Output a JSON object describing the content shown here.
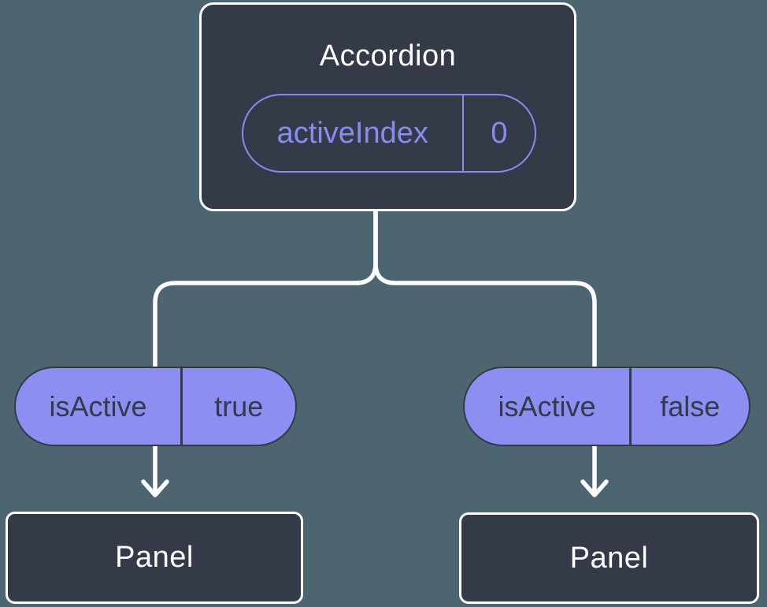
{
  "diagram": {
    "root": {
      "title": "Accordion",
      "prop": {
        "name": "activeIndex",
        "value": "0"
      }
    },
    "children": [
      {
        "prop": {
          "name": "isActive",
          "value": "true"
        },
        "node": {
          "title": "Panel"
        }
      },
      {
        "prop": {
          "name": "isActive",
          "value": "false"
        },
        "node": {
          "title": "Panel"
        }
      }
    ]
  },
  "colors": {
    "background": "#4D6570",
    "node_fill": "#343A48",
    "node_border": "#FFFFFF",
    "accent_purple": "#878CEF",
    "pill_fill": "#8C8FF1",
    "pill_text": "#343A48",
    "connector": "#FFFFFF"
  }
}
